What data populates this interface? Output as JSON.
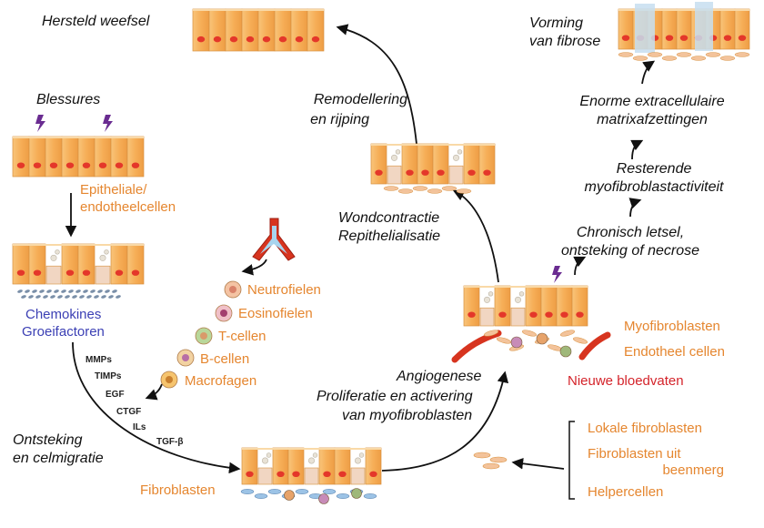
{
  "labels": {
    "restored_tissue": "Hersteld weefsel",
    "injuries": "Blessures",
    "epithelial_line1": "Epitheliale/",
    "epithelial_line2": "endotheelcellen",
    "chemokines": "Chemokines",
    "growth_factors": "Groeifactoren",
    "inflammation_line1": "Ontsteking",
    "inflammation_line2": "en celmigratie",
    "fibroblasts": "Fibroblasten",
    "remodeling_line1": "Remodellering",
    "remodeling_line2": "en rijping",
    "wound_line1": "Wondcontractie",
    "wound_line2": "Repithelialisatie",
    "angio_line1": "Angiogenese",
    "angio_line2": "Proliferatie en activering",
    "angio_line3": "van myofibroblasten",
    "fibrosis_line1": "Vorming",
    "fibrosis_line2": "van fibrose",
    "matrix_line1": "Enorme extracellulaire",
    "matrix_line2": "matrixafzettingen",
    "residual_line1": "Resterende",
    "residual_line2": "myofibroblastactiviteit",
    "chronic_line1": "Chronisch letsel,",
    "chronic_line2": "ontsteking of necrose",
    "myofibroblasts": "Myofibroblasten",
    "endothelial_cells": "Endotheel cellen",
    "new_vessels": "Nieuwe bloedvaten",
    "local_fibroblasts": "Lokale fibroblasten",
    "bm_fibroblasts_line1": "Fibroblasten uit",
    "bm_fibroblasts_line2": "beenmerg",
    "helper_cells": "Helpercellen"
  },
  "immune_cells": [
    "Neutrofielen",
    "Eosinofielen",
    "T-cellen",
    "B-cellen",
    "Macrofagen"
  ],
  "mediators": [
    "MMPs",
    "TIMPs",
    "EGF",
    "CTGF",
    "ILs",
    "TGF-β"
  ],
  "colors": {
    "cell_fill": "#f5b461",
    "cell_edge": "#d8913f",
    "nucleus": "#e4372a",
    "text_orange": "#e5862f",
    "text_blue": "#3b3fb4",
    "text_red": "#d4232a",
    "vessel": "#d7341f",
    "lightning": "#6a2c91"
  }
}
